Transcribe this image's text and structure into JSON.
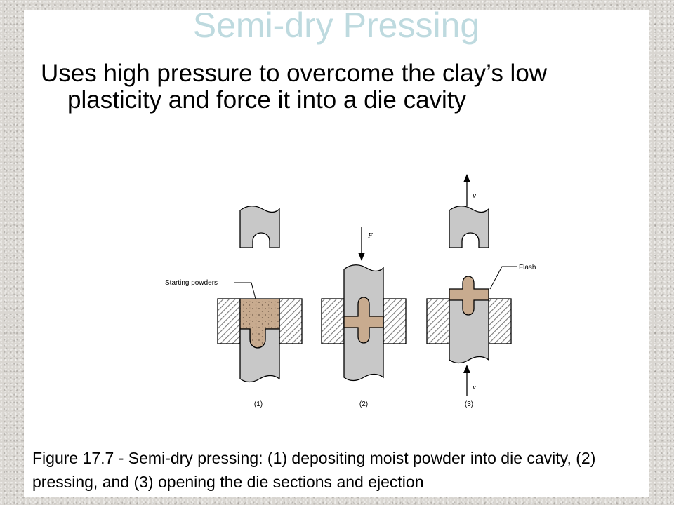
{
  "slide": {
    "title": "Semi-dry Pressing",
    "body": "Uses high pressure to overcome the clay’s low plasticity and force it into a die cavity",
    "caption": "Figure 17.7 - Semi-dry pressing: (1) depositing moist powder into die cavity, (2) pressing, and (3) opening the die sections and ejection"
  },
  "figure": {
    "stage_labels": [
      "(1)",
      "(2)",
      "(3)"
    ],
    "force_label": "F",
    "velocity_label": "v",
    "powder_label": "Starting powders",
    "flash_label": "Flash"
  },
  "colors": {
    "title": "#bedadf",
    "punch": "#c8c8c8",
    "powder": "#c8ab8f",
    "die_hatch": "#808080"
  }
}
